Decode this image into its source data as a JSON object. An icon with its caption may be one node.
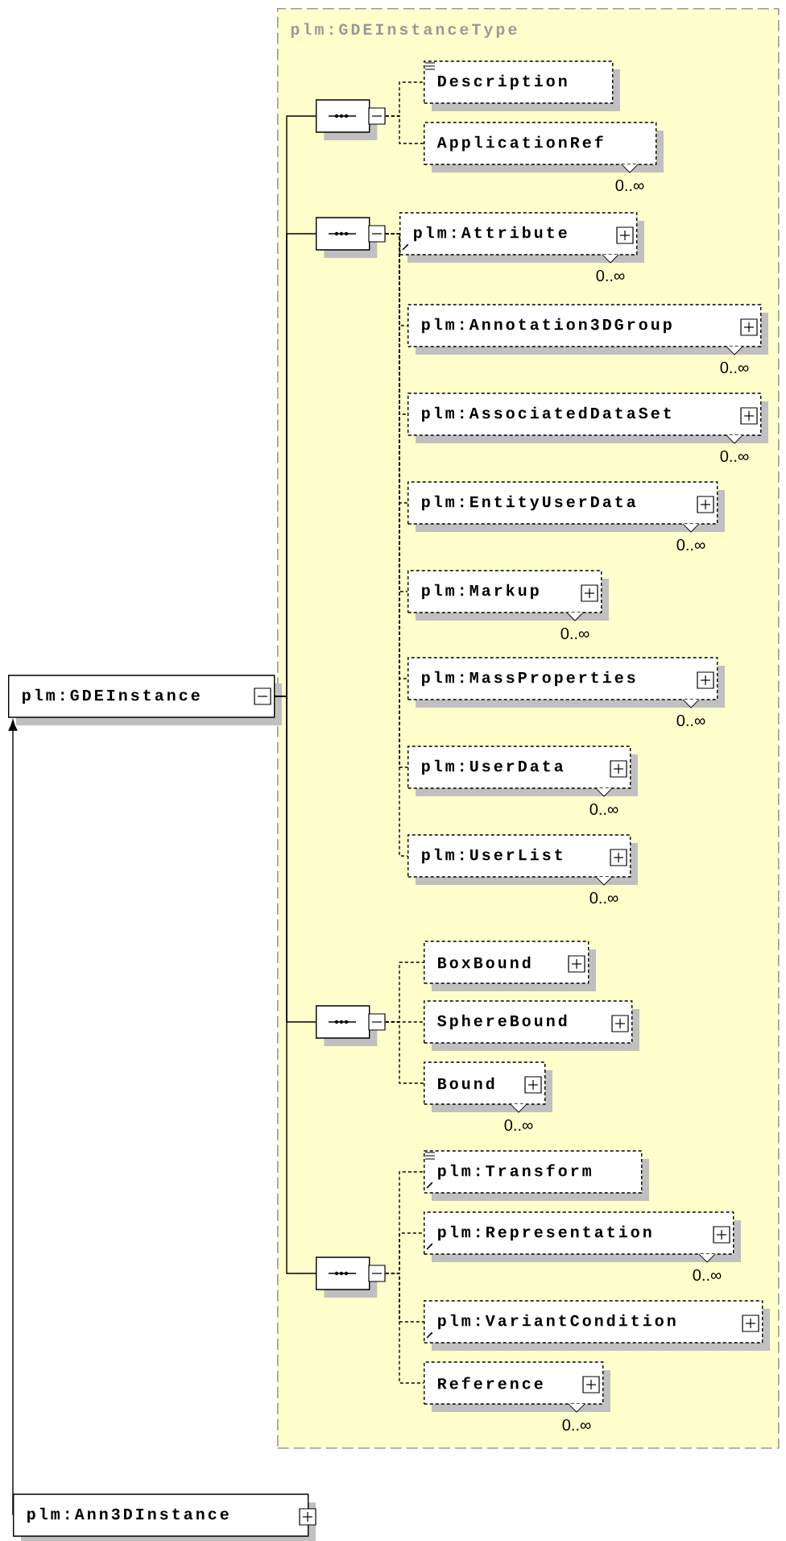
{
  "diagram": {
    "nodes": [
      {
        "text": [
          "plm:GDEInstanceType"
        ]
      },
      {
        "text": [],
        "shape": "octagon",
        "in": 0
      },
      {
        "text": [
          "Description"
        ],
        "in": 0
      },
      {
        "text": [
          "ApplicationRef"
        ],
        "beside": [
          "0..∞"
        ],
        "in": 0
      },
      {
        "text": [],
        "shape": "octagon",
        "in": 0
      },
      {
        "text": [
          "plm:Attribute"
        ],
        "beside": [
          "0..∞"
        ],
        "in": 0
      },
      {
        "text": [
          "plm:Annotation3DGroup"
        ],
        "beside": [
          "0..∞"
        ],
        "in": 0
      },
      {
        "text": [
          "plm:AssociatedDataSet"
        ],
        "beside": [
          "0..∞"
        ],
        "in": 0
      },
      {
        "text": [
          "plm:EntityUserData"
        ],
        "beside": [
          "0..∞"
        ],
        "in": 0
      },
      {
        "text": [
          "plm:Markup"
        ],
        "beside": [
          "0..∞"
        ],
        "in": 0
      },
      {
        "text": [
          "plm:MassProperties"
        ],
        "beside": [
          "0..∞"
        ],
        "in": 0
      },
      {
        "text": [
          "plm:UserData"
        ],
        "beside": [
          "0..∞"
        ],
        "in": 0
      },
      {
        "text": [
          "plm:UserList"
        ],
        "beside": [
          "0..∞"
        ],
        "in": 0
      },
      {
        "text": [],
        "shape": "octagon",
        "in": 0
      },
      {
        "text": [
          "BoxBound"
        ],
        "in": 0
      },
      {
        "text": [
          "SphereBound"
        ],
        "in": 0
      },
      {
        "text": [
          "Bound"
        ],
        "beside": [
          "0..∞"
        ],
        "in": 0
      },
      {
        "text": [],
        "shape": "octagon",
        "in": 0
      },
      {
        "text": [
          "plm:Transform"
        ],
        "in": 0
      },
      {
        "text": [
          "plm:Representation"
        ],
        "beside": [
          "0..∞"
        ],
        "in": 0
      },
      {
        "text": [
          "plm:VariantCondition"
        ],
        "in": 0
      },
      {
        "text": [
          "Reference"
        ],
        "beside": [
          "0..∞"
        ],
        "in": 0
      },
      {
        "text": [
          "plm:GDEInstance"
        ]
      },
      {
        "text": [
          "plm:Ann3DInstance"
        ]
      }
    ],
    "edges": [
      {
        "from": 22,
        "to": 1,
        "arrow": "none"
      },
      {
        "from": 22,
        "to": 4,
        "arrow": "none"
      },
      {
        "from": 22,
        "to": 13,
        "arrow": "none"
      },
      {
        "from": 22,
        "to": 17,
        "arrow": "none"
      },
      {
        "from": 1,
        "to": 2,
        "arrow": "none",
        "style": "dashed"
      },
      {
        "from": 1,
        "to": 3,
        "arrow": "none",
        "style": "dashed"
      },
      {
        "from": 4,
        "to": 5,
        "arrow": "none",
        "style": "dashed"
      },
      {
        "from": 4,
        "to": 6,
        "arrow": "none",
        "style": "dashed"
      },
      {
        "from": 4,
        "to": 7,
        "arrow": "none",
        "style": "dashed"
      },
      {
        "from": 4,
        "to": 8,
        "arrow": "none",
        "style": "dashed"
      },
      {
        "from": 4,
        "to": 9,
        "arrow": "none",
        "style": "dashed"
      },
      {
        "from": 4,
        "to": 10,
        "arrow": "none",
        "style": "dashed"
      },
      {
        "from": 4,
        "to": 11,
        "arrow": "none",
        "style": "dashed"
      },
      {
        "from": 4,
        "to": 12,
        "arrow": "none",
        "style": "dashed"
      },
      {
        "from": 13,
        "to": 14,
        "arrow": "none",
        "style": "dashed"
      },
      {
        "from": 13,
        "to": 15,
        "arrow": "none",
        "style": "dashed"
      },
      {
        "from": 13,
        "to": 16,
        "arrow": "none",
        "style": "dashed"
      },
      {
        "from": 17,
        "to": 18,
        "arrow": "none",
        "style": "dashed"
      },
      {
        "from": 17,
        "to": 19,
        "arrow": "none",
        "style": "dashed"
      },
      {
        "from": 17,
        "to": 20,
        "arrow": "none",
        "style": "dashed"
      },
      {
        "from": 17,
        "to": 21,
        "arrow": "none",
        "style": "dashed"
      },
      {
        "from": 23,
        "to": 22,
        "arrow": "to"
      }
    ]
  }
}
